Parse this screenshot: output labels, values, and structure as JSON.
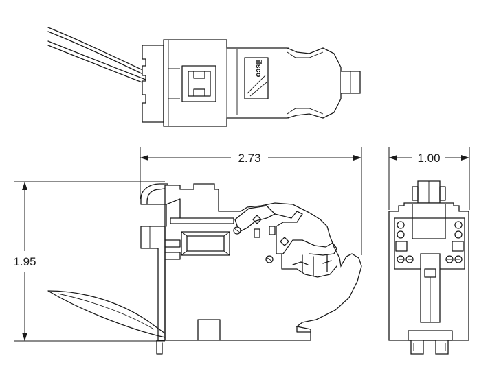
{
  "drawing": {
    "logo_text": "ilsco",
    "dimensions": {
      "overall_width": "2.73",
      "overall_height": "1.95",
      "side_width": "1.00"
    }
  }
}
